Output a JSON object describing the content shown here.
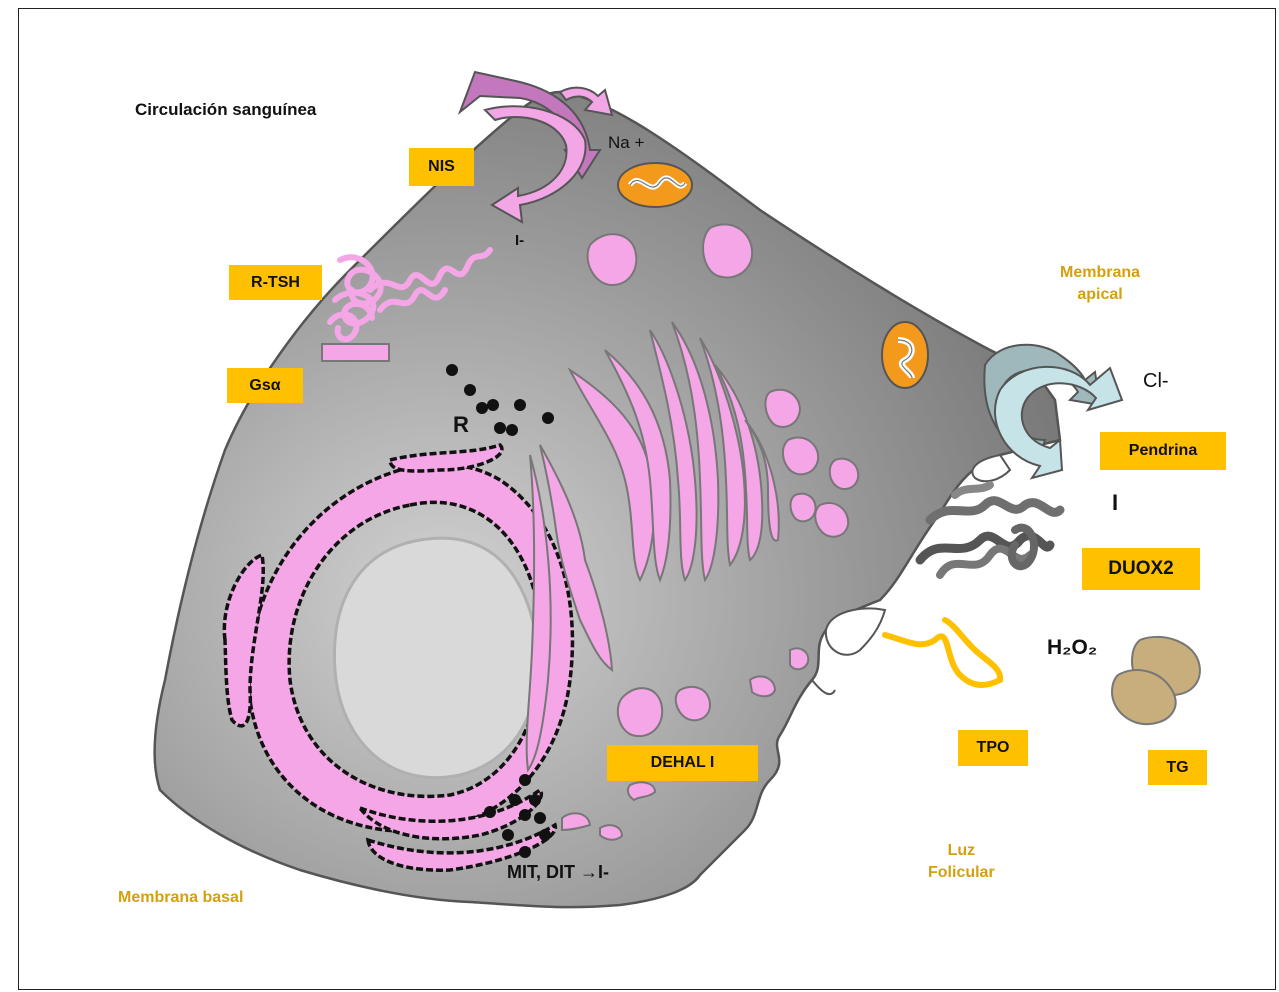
{
  "labels": {
    "circulation": "Circulación sanguínea",
    "nis": "NIS",
    "na": "Na +",
    "iodide_in": "I-",
    "rtsh": "R-TSH",
    "gsa": "Gsα",
    "r": "R",
    "membrane_apical_1": "Membrana",
    "membrane_apical_2": "apical",
    "cl": "Cl-",
    "pendrina": "Pendrina",
    "iodine": "I",
    "duox2": "DUOX2",
    "h2o2": "H₂O₂",
    "tpo": "TPO",
    "tg": "TG",
    "dehal": "DEHAL I",
    "mit_dit": "MIT, DIT →I-",
    "luz_1": "Luz",
    "luz_2": "Folicular",
    "membrane_basal": "Membrana basal"
  },
  "colors": {
    "cell": "#8a8a8a",
    "organelle_pink": "#F4A6E6",
    "label_box": "#FFC000",
    "gold_text": "#D4A010",
    "nis_transporter": "#D88FD0",
    "pendrin_transporter": "#B8DDE2",
    "mitochondria": "#F39A1C",
    "nucleus": "#D9D9D9",
    "thyroglobulin": "#C9AE7D"
  }
}
